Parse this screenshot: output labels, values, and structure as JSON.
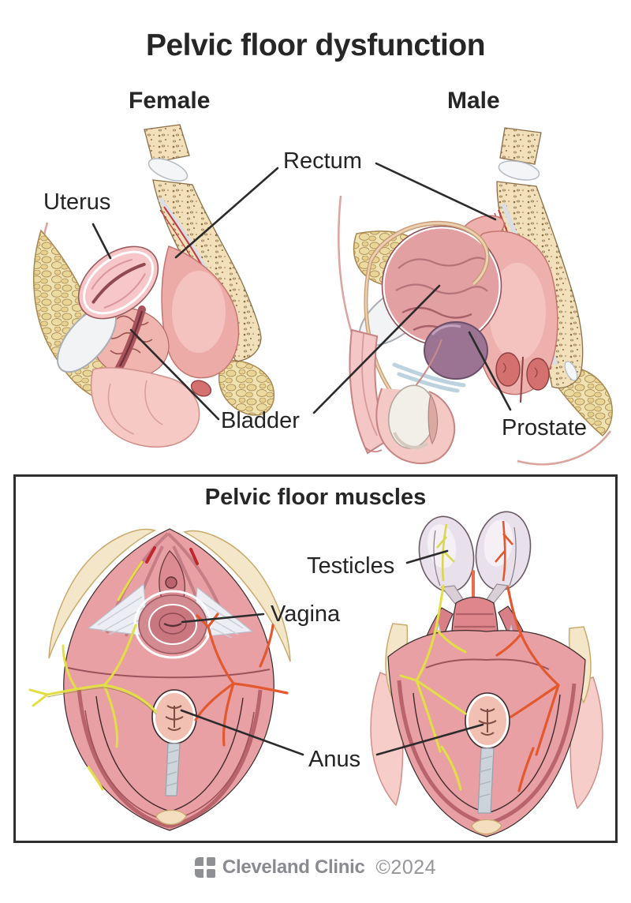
{
  "title": "Pelvic floor dysfunction",
  "sections": {
    "top": {
      "female_heading": "Female",
      "male_heading": "Male",
      "labels": {
        "uterus": "Uterus",
        "rectum": "Rectum",
        "bladder": "Bladder",
        "prostate": "Prostate"
      }
    },
    "pelvic_floor_box": {
      "title": "Pelvic floor muscles",
      "labels": {
        "testicles": "Testicles",
        "vagina": "Vagina",
        "anus": "Anus"
      }
    }
  },
  "footer": {
    "brand": "Cleveland Clinic",
    "copyright": "©2024",
    "logo_icon": "cleveland-clinic-mark"
  },
  "colors": {
    "text": "#242424",
    "leader_line": "#2b2b2b",
    "box_border": "#2e2e2e",
    "footer_gray": "#8a8b90",
    "muscle_pink": "#e8a0a5",
    "tissue_pink": "#eeb0ad",
    "bone_tan": "#f2e0ba",
    "fat_yellow": "#efe0ac",
    "nerve_yellow": "#e2df45",
    "artery_orange": "#e2582f",
    "prostate_purple": "#9b7493",
    "testicle_lavender": "#e8e0ea",
    "bladder_white": "#f2f3f5"
  }
}
